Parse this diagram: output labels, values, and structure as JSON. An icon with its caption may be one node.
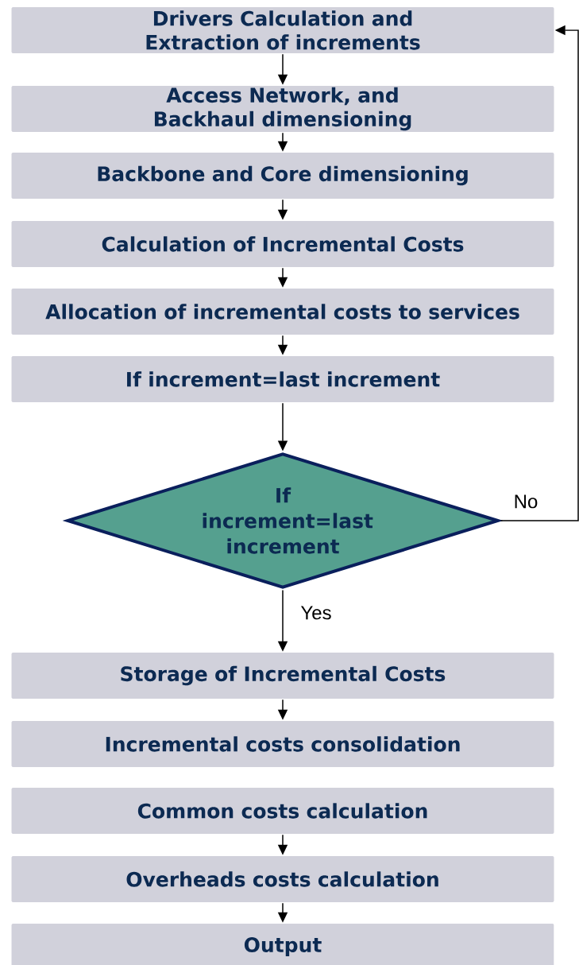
{
  "diagram": {
    "nodes": [
      {
        "text": [
          "Drivers Calculation and Extraction of increments"
        ]
      },
      {
        "text": [
          "Access Network, and Backhaul dimensioning"
        ]
      },
      {
        "text": [
          "Backbone and Core dimensioning"
        ]
      },
      {
        "text": [
          "Calculation of Incremental Costs"
        ]
      },
      {
        "text": [
          "Allocation of incremental costs to services"
        ]
      },
      {
        "text": [
          "If increment=last increment"
        ]
      },
      {
        "text": [
          "If increment=last increment"
        ]
      },
      {
        "text": [
          "Storage of Incremental Costs"
        ]
      },
      {
        "text": [
          "Incremental costs consolidation"
        ]
      },
      {
        "text": [
          "Common costs calculation"
        ]
      },
      {
        "text": [
          "Overheads costs calculation"
        ]
      },
      {
        "text": [
          "Output"
        ]
      }
    ],
    "edges": [
      {
        "from": 0,
        "to": 1,
        "arrow": "to"
      },
      {
        "from": 1,
        "to": 2,
        "arrow": "to"
      },
      {
        "from": 2,
        "to": 3,
        "arrow": "to"
      },
      {
        "from": 3,
        "to": 4,
        "arrow": "to"
      },
      {
        "from": 4,
        "to": 5,
        "arrow": "to"
      },
      {
        "from": 5,
        "to": 6,
        "arrow": "to"
      },
      {
        "from": 6,
        "to": 0,
        "arrow": "to",
        "label": "No"
      },
      {
        "from": 6,
        "to": 7,
        "arrow": "to",
        "label": "Yes"
      },
      {
        "from": 7,
        "to": 8,
        "arrow": "to"
      },
      {
        "from": 9,
        "to": 10,
        "arrow": "to"
      },
      {
        "from": 10,
        "to": 11,
        "arrow": "to"
      }
    ]
  }
}
